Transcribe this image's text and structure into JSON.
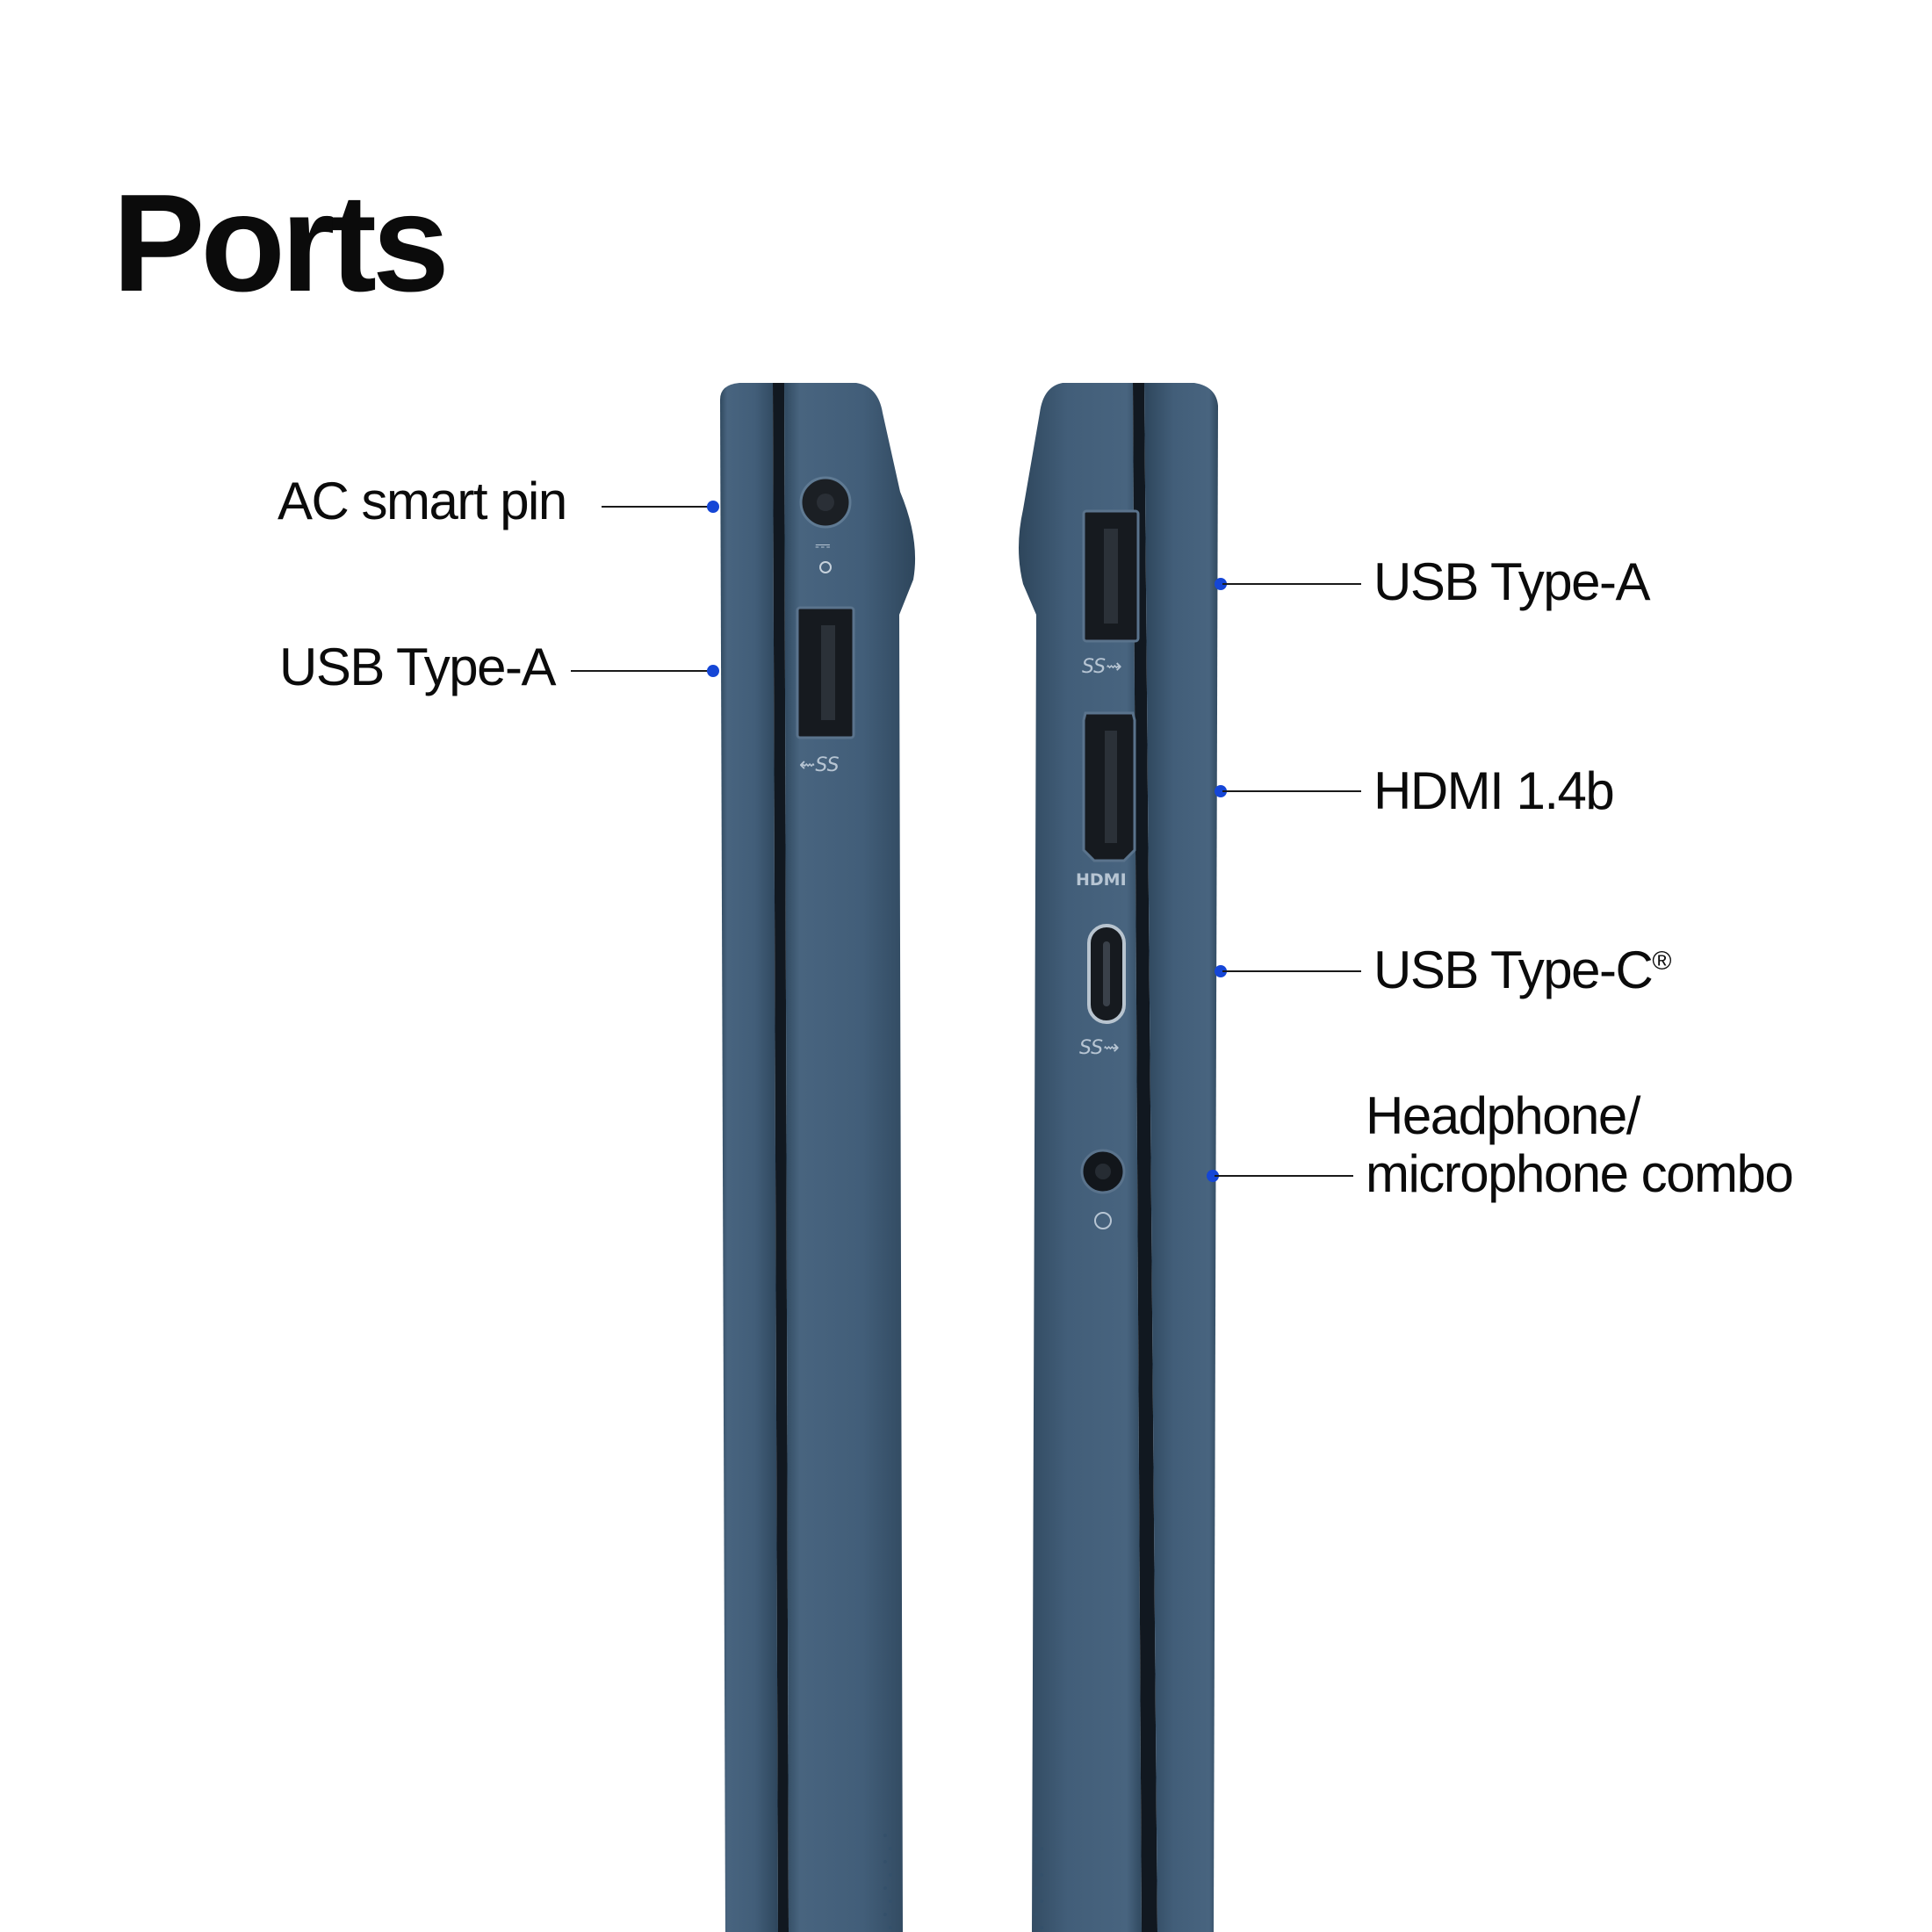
{
  "title": "Ports",
  "left_side": {
    "callouts": [
      {
        "label": "AC smart pin"
      },
      {
        "label": "USB Type-A"
      }
    ]
  },
  "right_side": {
    "callouts": [
      {
        "label": "USB Type-A"
      },
      {
        "label": "HDMI 1.4b"
      },
      {
        "label": "USB Type-C",
        "suffix": "®"
      },
      {
        "label_line1": "Headphone/",
        "label_line2": "microphone combo"
      }
    ]
  },
  "port_markings": {
    "hdmi": "HDMI",
    "usb_a_left": "⇜SS",
    "usb_a_right": "SS⇝",
    "usb_c_right": "SS⇝"
  },
  "colors": {
    "background": "#ffffff",
    "chassis": "#3f5b78",
    "chassis_dark": "#2b4259",
    "accent_dot": "#1546d6",
    "text": "#0b0b0b"
  }
}
